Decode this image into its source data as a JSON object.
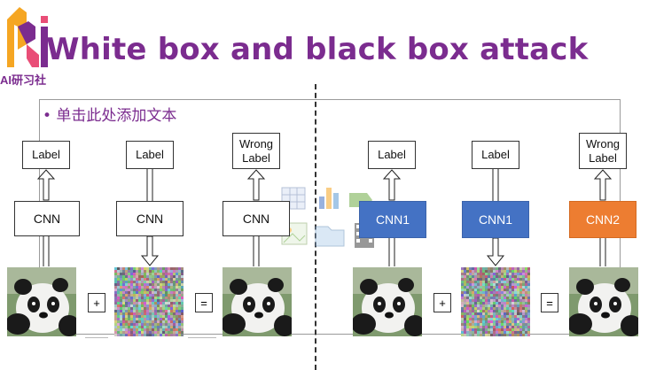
{
  "slide": {
    "title": "White box and black box attack",
    "logo_text": "AI研习社",
    "bullet": "• 单击此处添加文本"
  },
  "left_panel": {
    "columns": [
      {
        "label": "Label",
        "model": "CNN",
        "arrow": "up"
      },
      {
        "label": "Label",
        "model": "CNN",
        "arrow": "down"
      },
      {
        "label": "Wrong\nLabel",
        "model": "CNN",
        "arrow": "up"
      }
    ],
    "plus": "+",
    "equals": "="
  },
  "right_panel": {
    "columns": [
      {
        "label": "Label",
        "model": "CNN1",
        "arrow": "up",
        "color": "#4472c4"
      },
      {
        "label": "Label",
        "model": "CNN1",
        "arrow": "down",
        "color": "#4472c4"
      },
      {
        "label": "Wrong\nLabel",
        "model": "CNN2",
        "arrow": "up",
        "color": "#ed7d31"
      }
    ],
    "plus": "+",
    "equals": "="
  },
  "colors": {
    "title": "#7b2c8f",
    "cnn1": "#4472c4",
    "cnn2": "#ed7d31"
  },
  "placeholder_icons": [
    "table-icon",
    "chart-icon",
    "smartart-icon",
    "picture-icon",
    "clipart-icon",
    "media-icon"
  ]
}
